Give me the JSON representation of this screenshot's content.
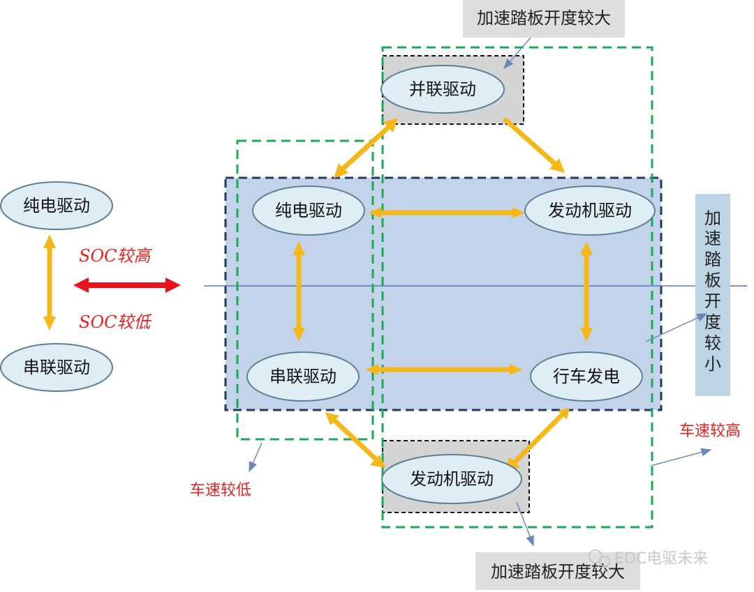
{
  "diagram": {
    "left_nodes": {
      "top": "纯电驱动",
      "bottom": "串联驱动"
    },
    "soc_high": "SOC较高",
    "soc_low": "SOC较低",
    "center_nodes": {
      "pure_ev": "纯电驱动",
      "engine_drive": "发动机驱动",
      "series": "串联驱动",
      "driving_charge": "行车发电"
    },
    "top_node": "并联驱动",
    "bottom_node": "发动机驱动",
    "label_top": "加速踏板开度较大",
    "label_bottom": "加速踏板开度较大",
    "label_right_vertical": [
      "加",
      "速",
      "踏",
      "板",
      "开",
      "度",
      "较",
      "小"
    ],
    "speed_low": "车速较低",
    "speed_high": "车速较高",
    "watermark": "EDC电驱未来",
    "colors": {
      "node_fill": "#dfeef5",
      "node_stroke": "#5b7f95",
      "center_region": "#c3d4ea",
      "center_dash": "#1f3864",
      "green_dash": "#1aaa55",
      "gray_box": "#d4d4d4",
      "label_box": "#dedede",
      "vertical_label_box": "#bcd4e4",
      "arrow_orange": "#f6b818",
      "arrow_red": "#e8141c",
      "axis_line": "#5a7bc0"
    }
  }
}
